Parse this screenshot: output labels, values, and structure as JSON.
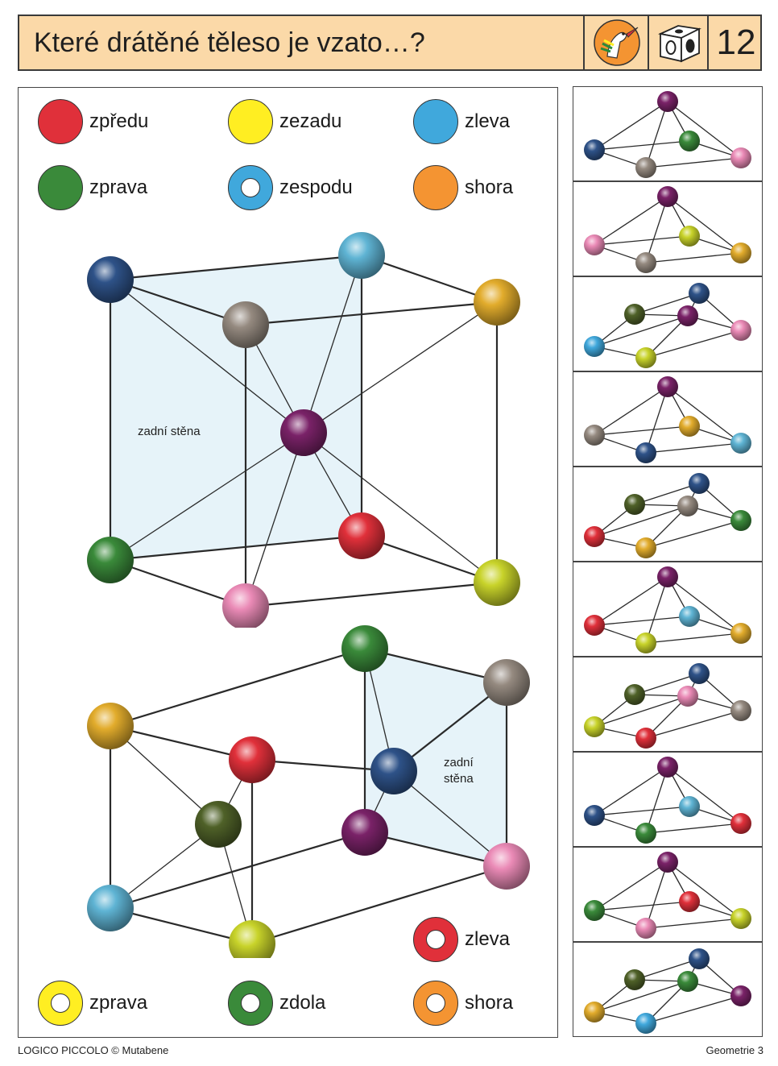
{
  "header": {
    "title": "Které drátěné těleso je vzato…?",
    "number": "12",
    "bg_color": "#fbd9a8"
  },
  "colors": {
    "red": "#e0303a",
    "yellow": "#ffee22",
    "lightblue": "#40a8dc",
    "green": "#3a8a3a",
    "orange": "#f49432",
    "darkblue": "#2e5288",
    "purple": "#7a2268",
    "olive": "#4f6128",
    "pink": "#ea8ab6",
    "gray": "#958a80",
    "lime": "#c8d32a",
    "gold": "#e2ac2c",
    "cyan": "#5fb4d4"
  },
  "legend_top": [
    {
      "label": "zpředu",
      "color": "#e0303a",
      "ring": false
    },
    {
      "label": "zezadu",
      "color": "#ffee22",
      "ring": false
    },
    {
      "label": "zleva",
      "color": "#40a8dc",
      "ring": false
    },
    {
      "label": "zprava",
      "color": "#3a8a3a",
      "ring": false
    },
    {
      "label": "zespodu",
      "color": "#40a8dc",
      "ring": true
    },
    {
      "label": "shora",
      "color": "#f49432",
      "ring": false
    }
  ],
  "legend_bottom": [
    {
      "label": "zleva",
      "color": "#e0303a",
      "ring": true
    },
    {
      "label": "zprava",
      "color": "#ffee22",
      "ring": true
    },
    {
      "label": "zdola",
      "color": "#3a8a3a",
      "ring": true
    },
    {
      "label": "shora",
      "color": "#f49432",
      "ring": true
    }
  ],
  "caption1": "zadní stěna",
  "caption2": [
    "zadní",
    "stěna"
  ],
  "options": [
    {
      "apex": "purple",
      "left": "darkblue",
      "front": "gray",
      "back": "green",
      "right": "pink"
    },
    {
      "apex": "purple",
      "left": "pink",
      "front": "gray",
      "back": "lime",
      "right": "gold"
    },
    {
      "apex": "purple",
      "a": "lightblue",
      "b": "olive",
      "c": "darkblue",
      "d": "pink",
      "e": "lime"
    },
    {
      "apex": "purple",
      "left": "gray",
      "front": "darkblue",
      "back": "gold",
      "right": "cyan"
    },
    {
      "apex": "gray",
      "a": "red",
      "b": "olive",
      "c": "darkblue",
      "d": "green",
      "e": "gold"
    },
    {
      "apex": "purple",
      "left": "red",
      "front": "lime",
      "back": "cyan",
      "right": "gold"
    },
    {
      "apex": "pink",
      "a": "lime",
      "b": "olive",
      "c": "darkblue",
      "d": "gray",
      "e": "red"
    },
    {
      "apex": "purple",
      "left": "darkblue",
      "front": "green",
      "back": "cyan",
      "right": "red"
    },
    {
      "apex": "purple",
      "left": "green",
      "front": "pink",
      "back": "red",
      "right": "lime"
    },
    {
      "apex": "green",
      "a": "gold",
      "b": "olive",
      "c": "darkblue",
      "d": "purple",
      "e": "lightblue"
    }
  ],
  "footer": {
    "left": "LOGICO PICCOLO  ©  Mutabene",
    "right": "Geometrie 3"
  }
}
